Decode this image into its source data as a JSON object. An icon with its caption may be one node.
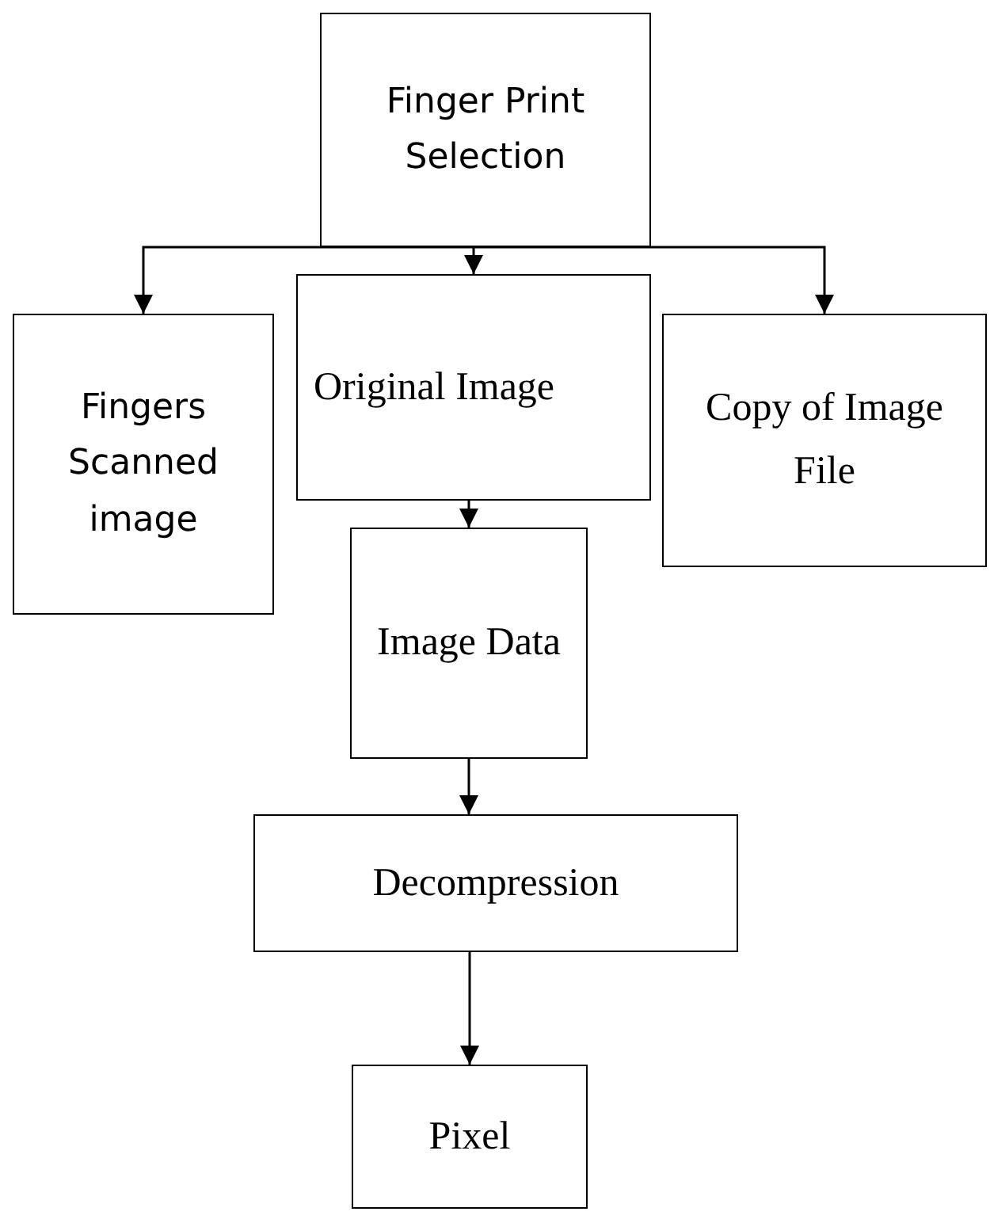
{
  "diagram": {
    "nodes": [
      {
        "text": [
          "Finger Print Selection"
        ]
      },
      {
        "text": [
          "Fingers Scanned image"
        ]
      },
      {
        "text": [
          "Original Image"
        ]
      },
      {
        "text": [
          "Copy of Image File"
        ]
      },
      {
        "text": [
          "Image Data"
        ]
      },
      {
        "text": [
          "Decompression"
        ]
      },
      {
        "text": [
          "Pixel"
        ]
      }
    ],
    "edges": [
      {
        "from": 0,
        "to": 1,
        "arrow": "to"
      },
      {
        "from": 0,
        "to": 2,
        "arrow": "to"
      },
      {
        "from": 0,
        "to": 3,
        "arrow": "to"
      },
      {
        "from": 2,
        "to": 4,
        "arrow": "to"
      },
      {
        "from": 4,
        "to": 5,
        "arrow": "to"
      },
      {
        "from": 5,
        "to": 6,
        "arrow": "to"
      }
    ]
  }
}
